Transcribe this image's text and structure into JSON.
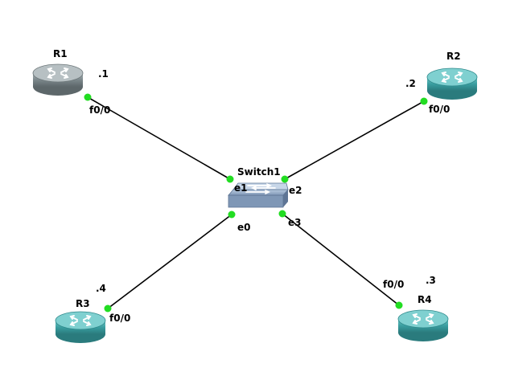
{
  "colors": {
    "link": "#000000",
    "port_dot": "#22dd22",
    "router_gray": "#7f8c8d",
    "router_teal": "#3a9ea0",
    "switch_blue": "#8fa8c8"
  },
  "routers": [
    {
      "name": "R1",
      "ip": ".1",
      "iface": "f0/0",
      "style": "gray"
    },
    {
      "name": "R2",
      "ip": ".2",
      "iface": "f0/0",
      "style": "teal"
    },
    {
      "name": "R3",
      "ip": ".4",
      "iface": "f0/0",
      "style": "teal"
    },
    {
      "name": "R4",
      "ip": ".3",
      "iface": "f0/0",
      "style": "teal"
    }
  ],
  "switch": {
    "name": "Switch1",
    "ports": {
      "e0": "e0",
      "e1": "e1",
      "e2": "e2",
      "e3": "e3"
    }
  },
  "icons": {
    "router": "router-icon",
    "switch": "switch-icon"
  }
}
